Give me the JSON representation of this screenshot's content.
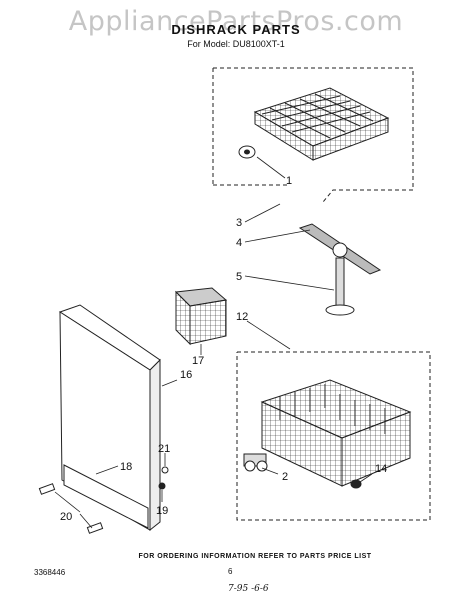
{
  "watermark": "AppliancePartsPros.com",
  "title": "DISHRACK PARTS",
  "model_line": "For Model: DU8100XT-1",
  "footer": "FOR ORDERING INFORMATION REFER TO PARTS PRICE LIST",
  "doc_number": "3368446",
  "page_number": "6",
  "date_stamp": "7-95 -6-6",
  "callouts": {
    "c1": "1",
    "c2": "2",
    "c3": "3",
    "c4": "4",
    "c5": "5",
    "c12": "12",
    "c14": "14",
    "c16": "16",
    "c17": "17",
    "c18": "18",
    "c19": "19",
    "c20": "20",
    "c21": "21"
  }
}
